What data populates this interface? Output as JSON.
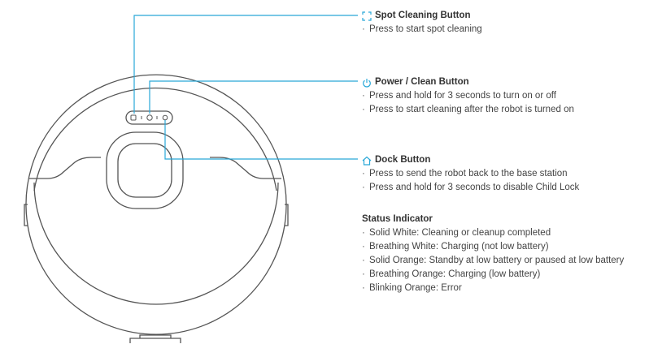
{
  "spot": {
    "icon": "spot-cleaning-icon",
    "title": "Spot Cleaning Button",
    "items": [
      "Press to start spot cleaning"
    ]
  },
  "power": {
    "icon": "power-icon",
    "title": "Power / Clean Button",
    "items": [
      "Press and hold for 3 seconds to turn on or off",
      "Press to start cleaning after the robot is turned on"
    ]
  },
  "dock": {
    "icon": "home-icon",
    "title": "Dock Button",
    "items": [
      "Press to send the robot back to the base station",
      "Press and hold for 3 seconds to disable Child Lock"
    ]
  },
  "status": {
    "title": "Status Indicator",
    "items": [
      "Solid White: Cleaning or cleanup completed",
      "Breathing White: Charging (not low battery)",
      "Solid Orange: Standby at low battery or paused at low battery",
      "Breathing Orange: Charging (low battery)",
      "Blinking Orange: Error"
    ]
  },
  "colors": {
    "leader": "#29a8d8",
    "outline": "#555555"
  }
}
